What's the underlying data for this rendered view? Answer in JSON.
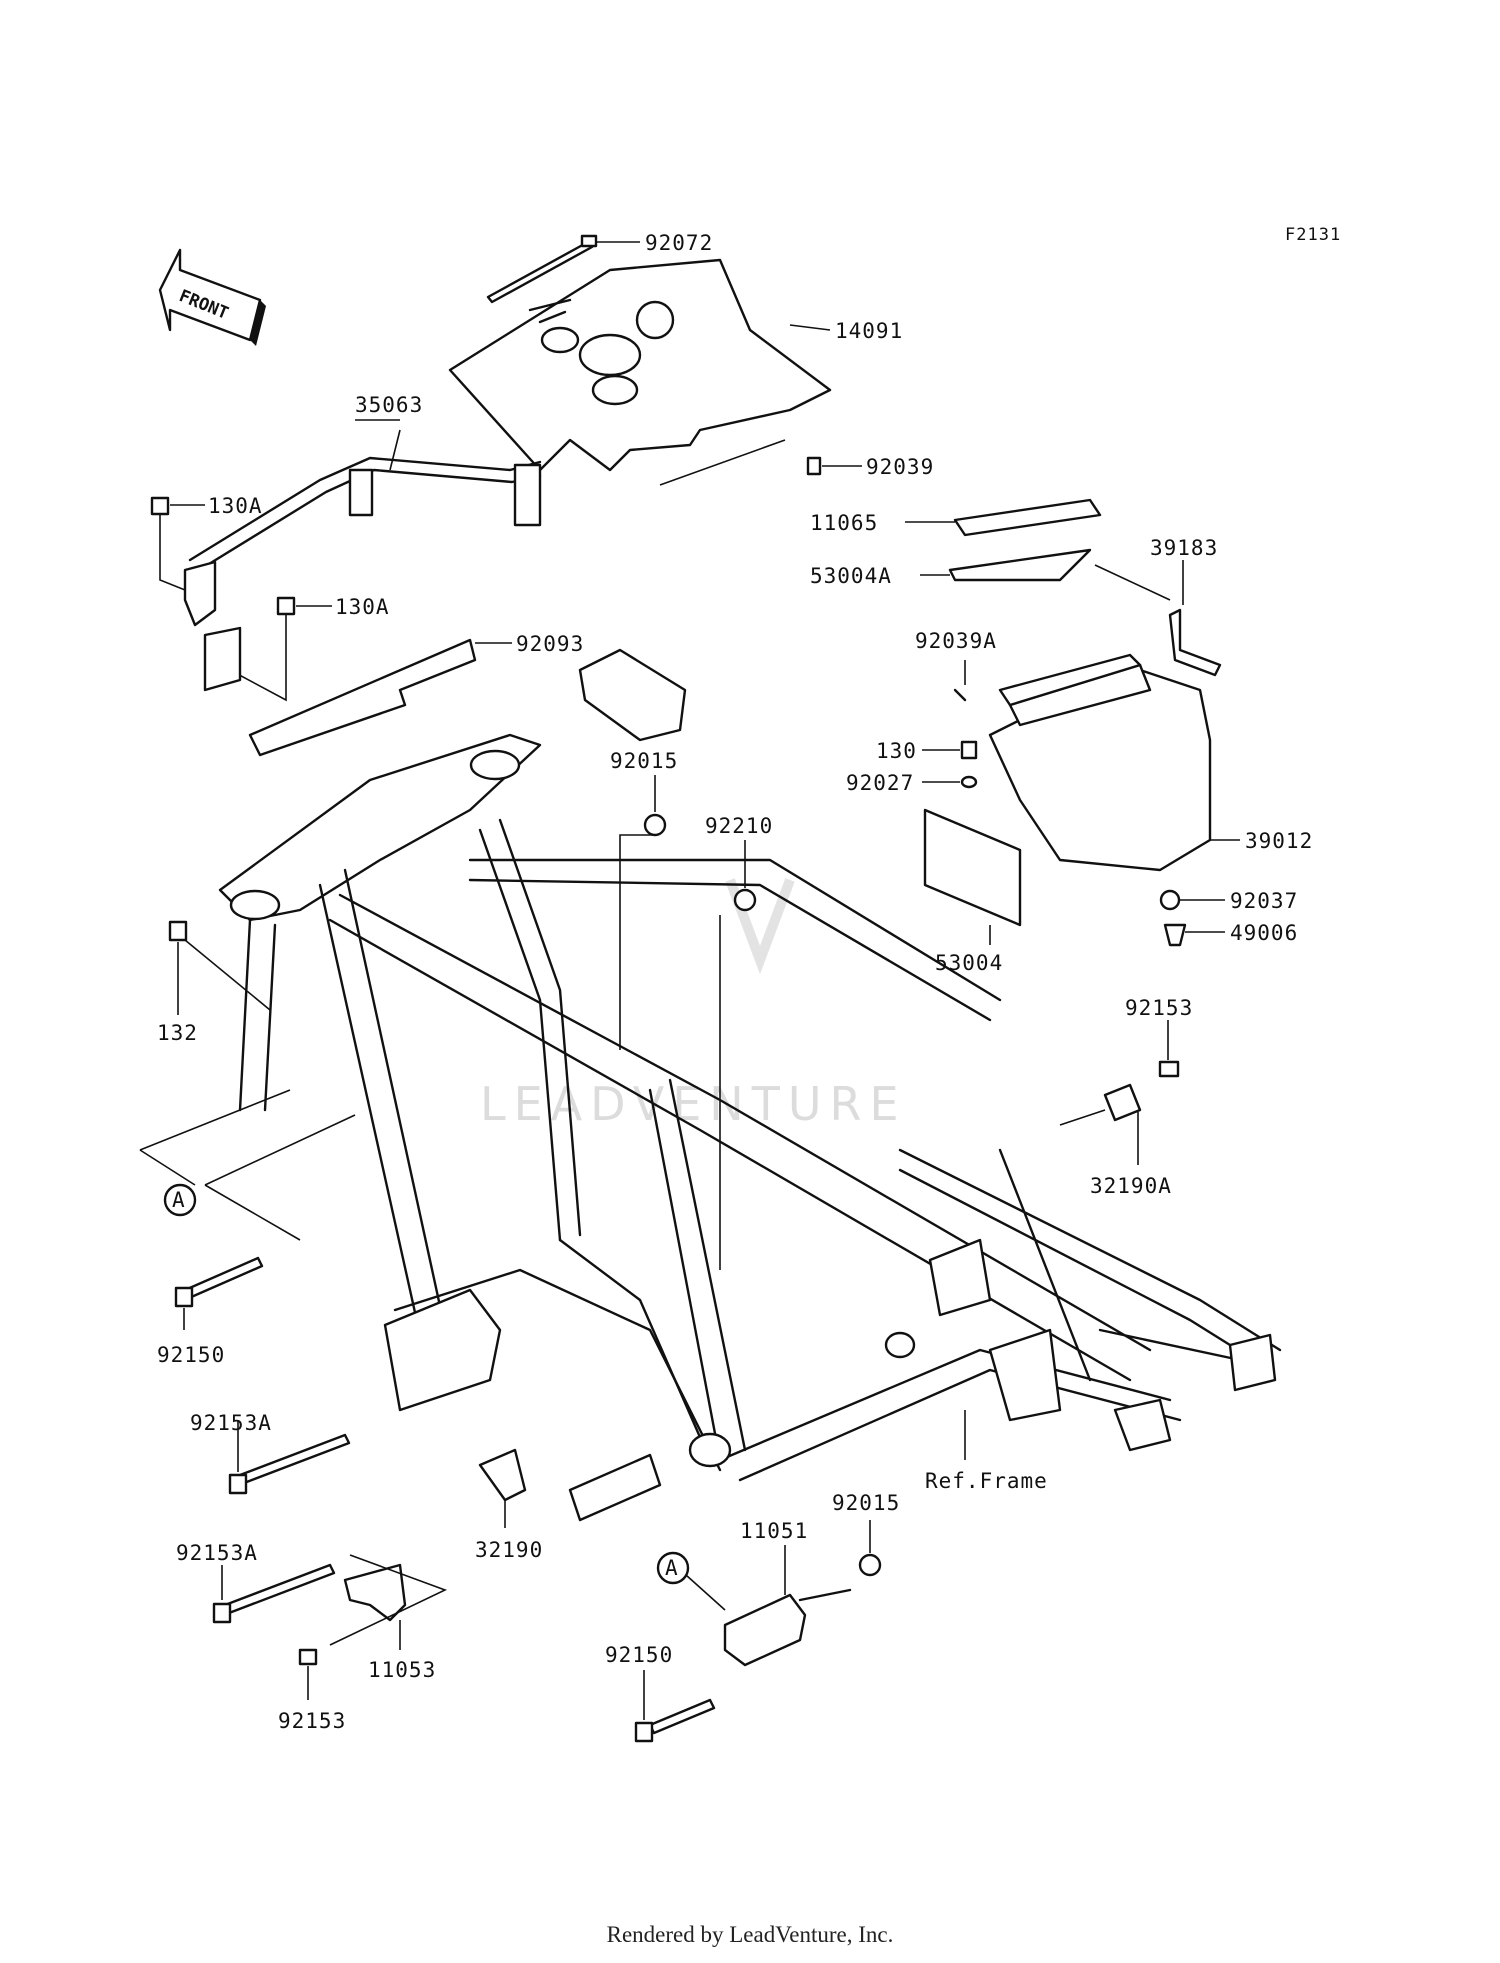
{
  "figure_code": "F2131",
  "front_arrow_text": "FRONT",
  "callout_letter": "A",
  "watermark": "LEADVENTURE",
  "footer": "Rendered by LeadVenture, Inc.",
  "labels": {
    "p92072": "92072",
    "p14091": "14091",
    "p35063": "35063",
    "p92039": "92039",
    "p130a_1": "130A",
    "p11065": "11065",
    "p53004a": "53004A",
    "p39183": "39183",
    "p130a_2": "130A",
    "p92093": "92093",
    "p92039a": "92039A",
    "p92015_top": "92015",
    "p92210": "92210",
    "p130": "130",
    "p92027": "92027",
    "p39012": "39012",
    "p92037": "92037",
    "p49006": "49006",
    "p53004": "53004",
    "p132": "132",
    "p92153_right": "92153",
    "p32190a": "32190A",
    "p92150_left": "92150",
    "p92153a_1": "92153A",
    "p92153a_2": "92153A",
    "p32190": "32190",
    "p11053": "11053",
    "p92153_bottom": "92153",
    "p11051": "11051",
    "p92015_bottom": "92015",
    "p92150_bottom": "92150",
    "ref_frame": "Ref.Frame"
  }
}
